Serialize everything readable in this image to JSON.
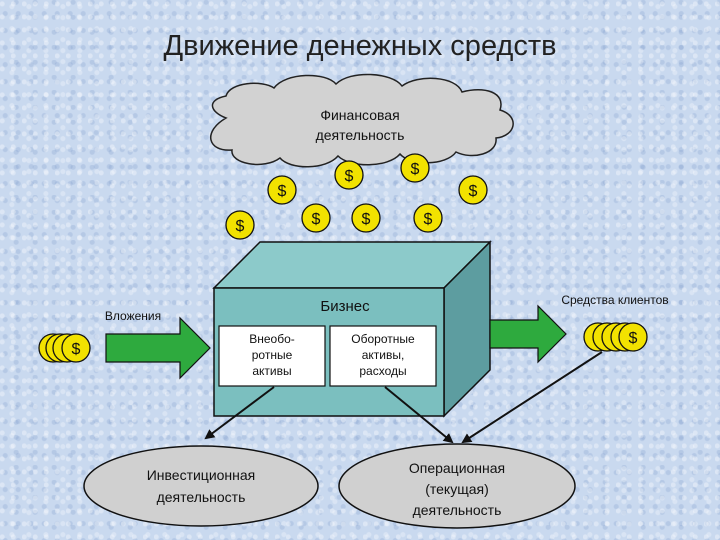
{
  "title": "Движение денежных средств",
  "financial": {
    "line1": "Финансовая",
    "line2": "деятельность"
  },
  "business": "Бизнес",
  "noncurrent": {
    "line1": "Внеобо-",
    "line2": "ротные",
    "line3": "активы"
  },
  "current": {
    "line1": "Оборотные",
    "line2": "активы,",
    "line3": "расходы"
  },
  "investments": "Вложения",
  "client_funds": "Средства клиентов",
  "investing": {
    "line1": "Инвестиционная",
    "line2": "деятельность"
  },
  "operating": {
    "line1": "Операционная",
    "line2": "(текущая)",
    "line3": "деятельность"
  },
  "currency_symbol": "$",
  "colors": {
    "box_front": "#7bbfbf",
    "box_top": "#8ccaca",
    "box_side": "#5d9da0",
    "arrow": "#2eaa3e",
    "coin": "#f2e200",
    "ellipse": "#d0d0d0",
    "cloud": "#d2d2d2"
  }
}
